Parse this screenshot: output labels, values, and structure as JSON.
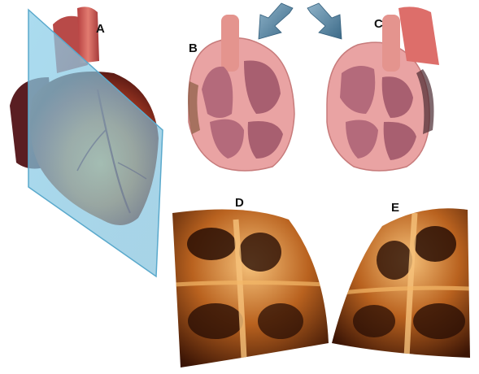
{
  "figure": {
    "panels": [
      {
        "label": "A"
      },
      {
        "label": "B"
      },
      {
        "label": "C"
      },
      {
        "label": "D"
      },
      {
        "label": "E"
      }
    ],
    "colors": {
      "plane": "#7ec3de",
      "myocardium": "#e9a3a3",
      "chamber": "#b46a7b",
      "heart_surface": "#c0472a",
      "echo_bright": "#f2b46a",
      "echo_dark": "#2a0f05",
      "arrow": "#4b7b99"
    }
  }
}
